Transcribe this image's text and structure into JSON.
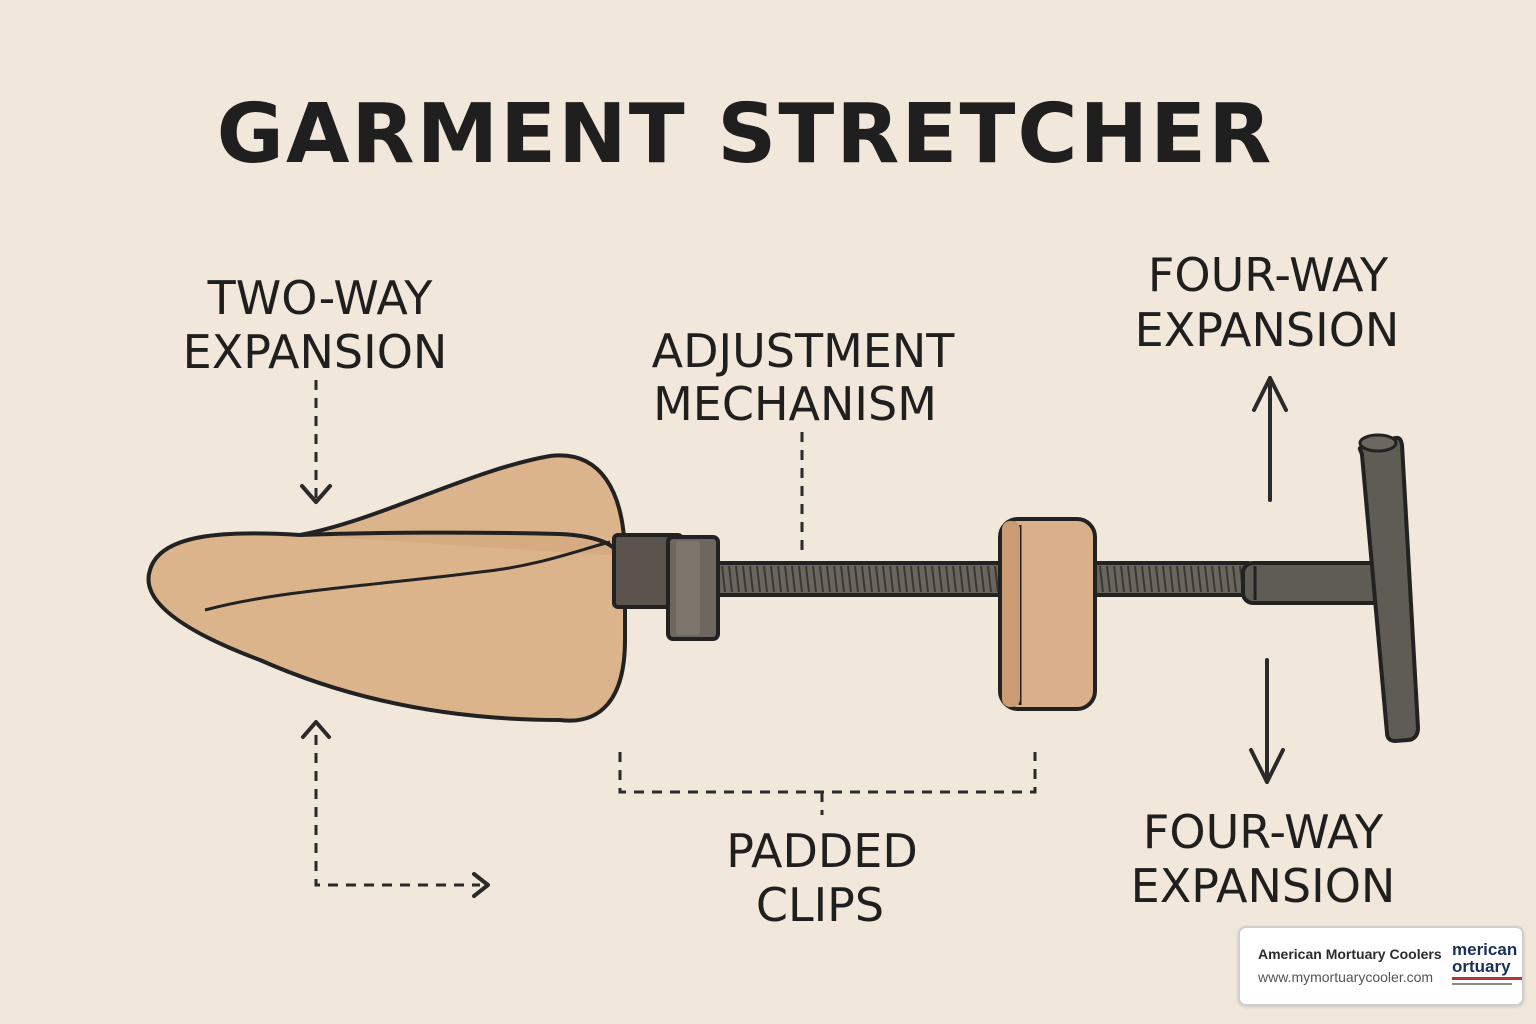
{
  "title": "GARMENT STRETCHER",
  "labels": {
    "two_way_line1": "TWO-WAY",
    "two_way_line2": "EXPANSION",
    "adjust_line1": "ADJUSTMENT",
    "adjust_line2": "MECHANISM",
    "four_way_top_line1": "FOUR-WAY",
    "four_way_top_line2": "EXPANSION",
    "four_way_bottom_line1": "FOUR-WAY",
    "four_way_bottom_line2": "EXPANSION",
    "padded_line1": "PADDED",
    "padded_line2": "CLIPS"
  },
  "badge": {
    "name": "American Mortuary Coolers",
    "url": "www.mymortuarycooler.com",
    "logo_line1": "merican",
    "logo_line2": "ortuary"
  },
  "colors": {
    "background": "#f1e7da",
    "wood": "#dcb48c",
    "metal": "#5f5b55",
    "outline": "#222222"
  }
}
